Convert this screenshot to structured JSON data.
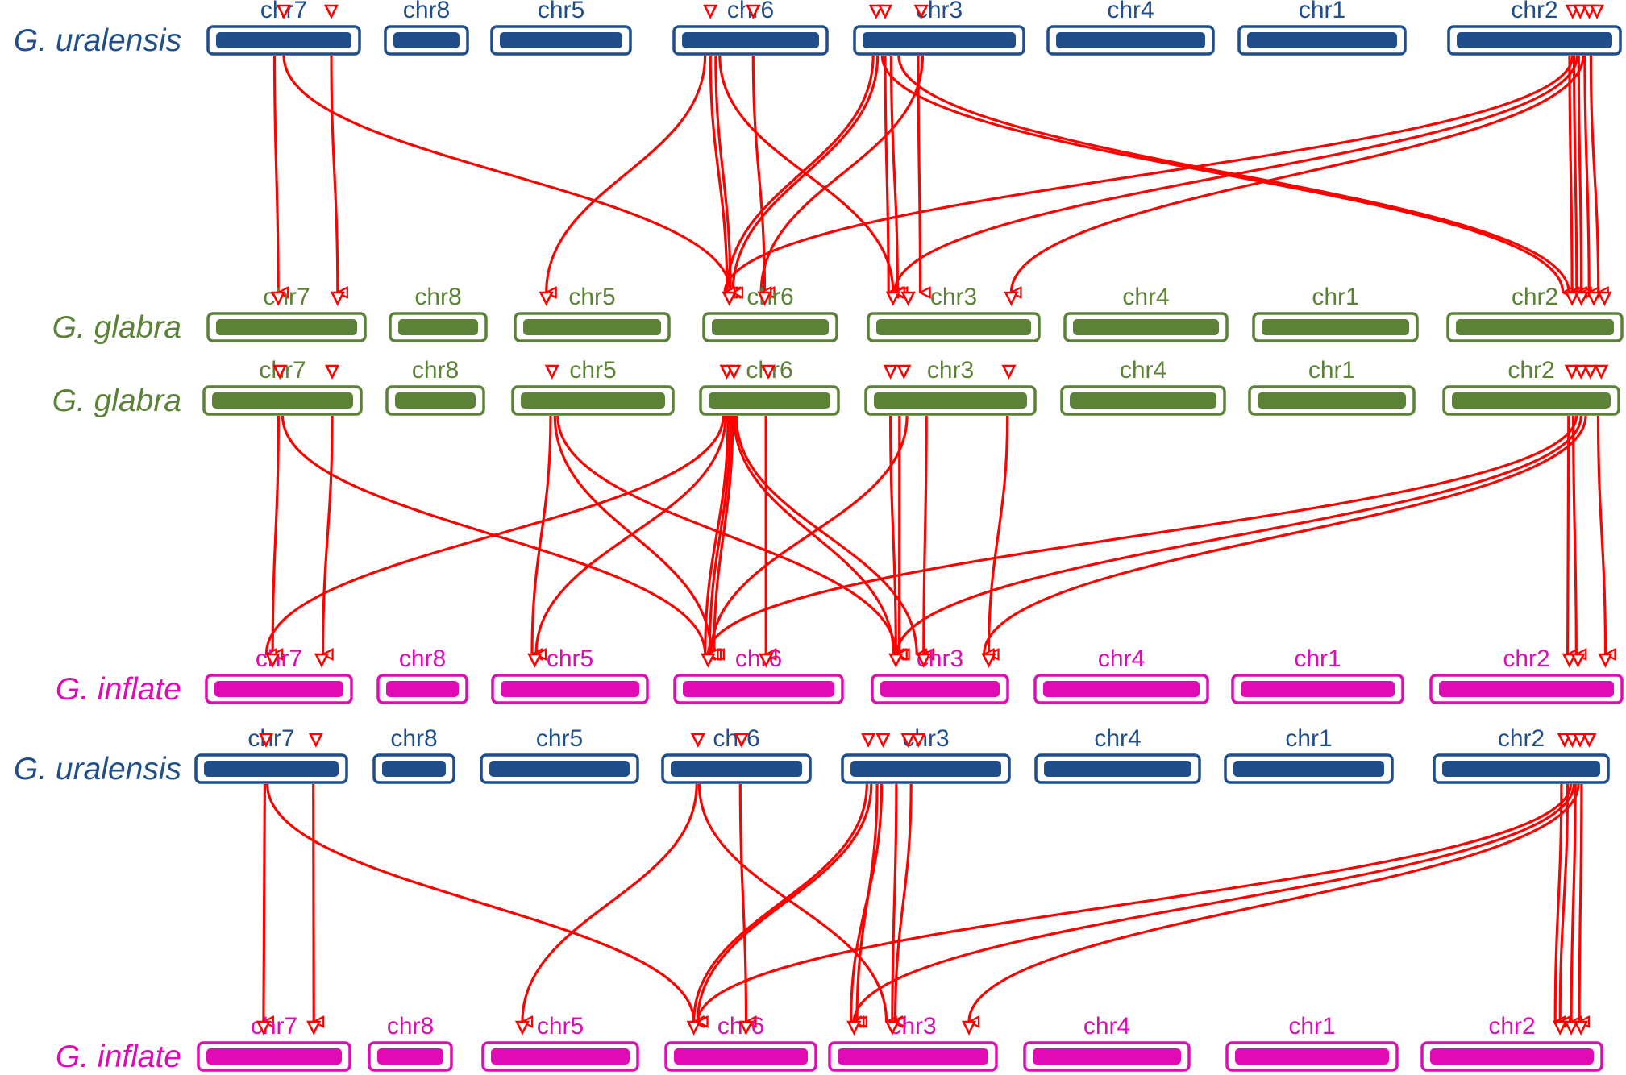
{
  "colors": {
    "link": "#ff0000",
    "G. uralensis": "#1f4e8a",
    "G. glabra": "#5b8237",
    "G. inflate": "#e00bb4"
  },
  "panels": [
    {
      "top_species": "G. uralensis",
      "bottom_species": "G. glabra",
      "links": [
        [
          "chr7",
          0.43,
          "chr7",
          0.44
        ],
        [
          "chr7",
          0.86,
          "chr7",
          0.87
        ],
        [
          "chr7",
          0.5,
          "chr6",
          0.15
        ],
        [
          "chr6",
          0.16,
          "chr5",
          0.16
        ],
        [
          "chr6",
          0.2,
          "chr6",
          0.12
        ],
        [
          "chr6",
          0.24,
          "chr6",
          0.15
        ],
        [
          "chr6",
          0.52,
          "chr6",
          0.45
        ],
        [
          "chr6",
          0.27,
          "chr3",
          0.1
        ],
        [
          "chr3",
          0.06,
          "chr6",
          0.12
        ],
        [
          "chr3",
          0.09,
          "chr6",
          0.17
        ],
        [
          "chr3",
          0.14,
          "chr3",
          0.07
        ],
        [
          "chr3",
          0.18,
          "chr3",
          0.13
        ],
        [
          "chr3",
          0.36,
          "chr3",
          0.28
        ],
        [
          "chr3",
          0.39,
          "chr6",
          0.42
        ],
        [
          "chr3",
          0.12,
          "chr2",
          0.68
        ],
        [
          "chr3",
          0.23,
          "chr2",
          0.72
        ],
        [
          "chr2",
          0.73,
          "chr2",
          0.74
        ],
        [
          "chr2",
          0.76,
          "chr2",
          0.77
        ],
        [
          "chr2",
          0.79,
          "chr2",
          0.8
        ],
        [
          "chr2",
          0.83,
          "chr2",
          0.85
        ],
        [
          "chr2",
          0.87,
          "chr2",
          0.91
        ],
        [
          "chr2",
          0.75,
          "chr6",
          0.1
        ],
        [
          "chr2",
          0.78,
          "chr3",
          0.11
        ],
        [
          "chr2",
          0.82,
          "chr3",
          0.88
        ]
      ]
    },
    {
      "top_species": "G. glabra",
      "bottom_species": "G. inflate",
      "links": [
        [
          "chr7",
          0.47,
          "chr7",
          0.45
        ],
        [
          "chr7",
          0.86,
          "chr7",
          0.85
        ],
        [
          "chr7",
          0.5,
          "chr6",
          0.14
        ],
        [
          "chr5",
          0.2,
          "chr5",
          0.22
        ],
        [
          "chr5",
          0.23,
          "chr6",
          0.18
        ],
        [
          "chr5",
          0.25,
          "chr3",
          0.12
        ],
        [
          "chr6",
          0.11,
          "chr7",
          0.4
        ],
        [
          "chr6",
          0.13,
          "chr5",
          0.25
        ],
        [
          "chr6",
          0.15,
          "chr6",
          0.14
        ],
        [
          "chr6",
          0.17,
          "chr6",
          0.17
        ],
        [
          "chr6",
          0.19,
          "chr6",
          0.2
        ],
        [
          "chr6",
          0.47,
          "chr6",
          0.55
        ],
        [
          "chr6",
          0.2,
          "chr3",
          0.1
        ],
        [
          "chr6",
          0.22,
          "chr3",
          0.3
        ],
        [
          "chr3",
          0.1,
          "chr3",
          0.12
        ],
        [
          "chr3",
          0.16,
          "chr3",
          0.15
        ],
        [
          "chr3",
          0.21,
          "chr6",
          0.18
        ],
        [
          "chr3",
          0.34,
          "chr3",
          0.36
        ],
        [
          "chr3",
          0.88,
          "chr3",
          0.92
        ],
        [
          "chr2",
          0.74,
          "chr2",
          0.74
        ],
        [
          "chr2",
          0.77,
          "chr2",
          0.79
        ],
        [
          "chr2",
          0.93,
          "chr2",
          0.96
        ],
        [
          "chr2",
          0.79,
          "chr6",
          0.16
        ],
        [
          "chr2",
          0.82,
          "chr3",
          0.13
        ],
        [
          "chr2",
          0.85,
          "chr3",
          0.88
        ]
      ]
    },
    {
      "top_species": "G. uralensis",
      "bottom_species": "G. inflate",
      "links": [
        [
          "chr7",
          0.45,
          "chr7",
          0.42
        ],
        [
          "chr7",
          0.82,
          "chr7",
          0.8
        ],
        [
          "chr7",
          0.47,
          "chr6",
          0.14
        ],
        [
          "chr6",
          0.19,
          "chr5",
          0.22
        ],
        [
          "chr6",
          0.21,
          "chr3",
          0.32
        ],
        [
          "chr6",
          0.53,
          "chr6",
          0.54
        ],
        [
          "chr3",
          0.1,
          "chr6",
          0.14
        ],
        [
          "chr3",
          0.13,
          "chr6",
          0.17
        ],
        [
          "chr3",
          0.17,
          "chr3",
          0.12
        ],
        [
          "chr3",
          0.2,
          "chr3",
          0.08
        ],
        [
          "chr3",
          0.3,
          "chr3",
          0.36
        ],
        [
          "chr3",
          0.4,
          "chr3",
          0.38
        ],
        [
          "chr2",
          0.76,
          "chr2",
          0.77
        ],
        [
          "chr2",
          0.8,
          "chr2",
          0.8
        ],
        [
          "chr2",
          0.85,
          "chr2",
          0.87
        ],
        [
          "chr2",
          0.89,
          "chr2",
          0.92
        ],
        [
          "chr2",
          0.82,
          "chr6",
          0.17
        ],
        [
          "chr2",
          0.84,
          "chr3",
          0.1
        ],
        [
          "chr2",
          0.87,
          "chr3",
          0.88
        ]
      ]
    }
  ],
  "tracks": [
    {
      "species": "G. uralensis",
      "chromosomes": [
        {
          "name": "chr7",
          "marks": [
            0.5,
            0.86
          ]
        },
        {
          "name": "chr8",
          "marks": []
        },
        {
          "name": "chr5",
          "marks": []
        },
        {
          "name": "chr6",
          "marks": [
            0.2,
            0.52
          ]
        },
        {
          "name": "chr3",
          "marks": [
            0.08,
            0.14,
            0.38
          ]
        },
        {
          "name": "chr4",
          "marks": []
        },
        {
          "name": "chr1",
          "marks": []
        },
        {
          "name": "chr2",
          "marks": [
            0.75,
            0.8,
            0.86,
            0.91
          ]
        }
      ]
    },
    {
      "species": "G. glabra",
      "chromosomes": [
        {
          "name": "chr7",
          "marks": [
            0.44,
            0.87
          ]
        },
        {
          "name": "chr8",
          "marks": []
        },
        {
          "name": "chr5",
          "marks": [
            0.16
          ]
        },
        {
          "name": "chr6",
          "marks": [
            0.14,
            0.45
          ]
        },
        {
          "name": "chr3",
          "marks": [
            0.1,
            0.2,
            0.88
          ]
        },
        {
          "name": "chr4",
          "marks": []
        },
        {
          "name": "chr1",
          "marks": []
        },
        {
          "name": "chr2",
          "marks": [
            0.74,
            0.8,
            0.88,
            0.95
          ]
        }
      ]
    },
    {
      "species": "G. glabra",
      "chromosomes": [
        {
          "name": "chr7",
          "marks": [
            0.48,
            0.86
          ]
        },
        {
          "name": "chr8",
          "marks": []
        },
        {
          "name": "chr5",
          "marks": [
            0.21
          ]
        },
        {
          "name": "chr6",
          "marks": [
            0.14,
            0.2,
            0.49
          ]
        },
        {
          "name": "chr3",
          "marks": [
            0.1,
            0.19,
            0.89
          ]
        },
        {
          "name": "chr4",
          "marks": []
        },
        {
          "name": "chr1",
          "marks": []
        },
        {
          "name": "chr2",
          "marks": [
            0.76,
            0.82,
            0.88,
            0.95
          ]
        }
      ]
    },
    {
      "species": "G. inflate",
      "chromosomes": [
        {
          "name": "chr7",
          "marks": [
            0.45,
            0.84
          ]
        },
        {
          "name": "chr8",
          "marks": []
        },
        {
          "name": "chr5",
          "marks": [
            0.24
          ]
        },
        {
          "name": "chr6",
          "marks": [
            0.16,
            0.55
          ]
        },
        {
          "name": "chr3",
          "marks": [
            0.12,
            0.36,
            0.92
          ]
        },
        {
          "name": "chr4",
          "marks": []
        },
        {
          "name": "chr1",
          "marks": []
        },
        {
          "name": "chr2",
          "marks": [
            0.75,
            0.8,
            0.96
          ]
        }
      ]
    },
    {
      "species": "G. uralensis",
      "chromosomes": [
        {
          "name": "chr7",
          "marks": [
            0.46,
            0.84
          ]
        },
        {
          "name": "chr8",
          "marks": []
        },
        {
          "name": "chr5",
          "marks": []
        },
        {
          "name": "chr6",
          "marks": [
            0.2,
            0.54
          ]
        },
        {
          "name": "chr3",
          "marks": [
            0.11,
            0.21,
            0.38,
            0.45
          ]
        },
        {
          "name": "chr4",
          "marks": []
        },
        {
          "name": "chr1",
          "marks": []
        },
        {
          "name": "chr2",
          "marks": [
            0.78,
            0.83,
            0.88,
            0.94
          ]
        }
      ]
    },
    {
      "species": "G. inflate",
      "chromosomes": [
        {
          "name": "chr7",
          "marks": [
            0.42,
            0.8
          ]
        },
        {
          "name": "chr8",
          "marks": []
        },
        {
          "name": "chr5",
          "marks": [
            0.22
          ]
        },
        {
          "name": "chr6",
          "marks": [
            0.14,
            0.54
          ]
        },
        {
          "name": "chr3",
          "marks": [
            0.1,
            0.36,
            0.88
          ]
        },
        {
          "name": "chr4",
          "marks": []
        },
        {
          "name": "chr1",
          "marks": []
        },
        {
          "name": "chr2",
          "marks": [
            0.8,
            0.87,
            0.93
          ]
        }
      ]
    }
  ]
}
